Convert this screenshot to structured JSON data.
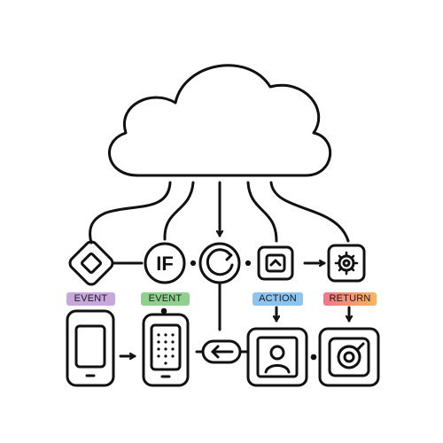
{
  "labels": {
    "event_1": "EVENT",
    "event_2": "EVENT",
    "action": "ACTION",
    "return": "RETURN",
    "if_node": "IF"
  },
  "colors": {
    "stroke": "#111111",
    "background": "#ffffff",
    "event_1_badge": "#c7a7dc",
    "event_2_badge": "#8fd08f",
    "action_badge": "#8cc3ef",
    "return_badge_start": "#f4748c",
    "return_badge_end": "#f8b55a"
  },
  "icons": {
    "cloud": "cloud-icon",
    "trigger": "diamond-node-icon",
    "condition": "if-node-icon",
    "loop": "loop-node-icon",
    "expand": "chevron-up-node-icon",
    "settings": "gear-icon",
    "phone": "smartphone-icon",
    "keypad_phone": "keypad-phone-icon",
    "back": "back-arrow-icon",
    "user": "user-profile-icon",
    "return": "spiral-return-icon"
  }
}
